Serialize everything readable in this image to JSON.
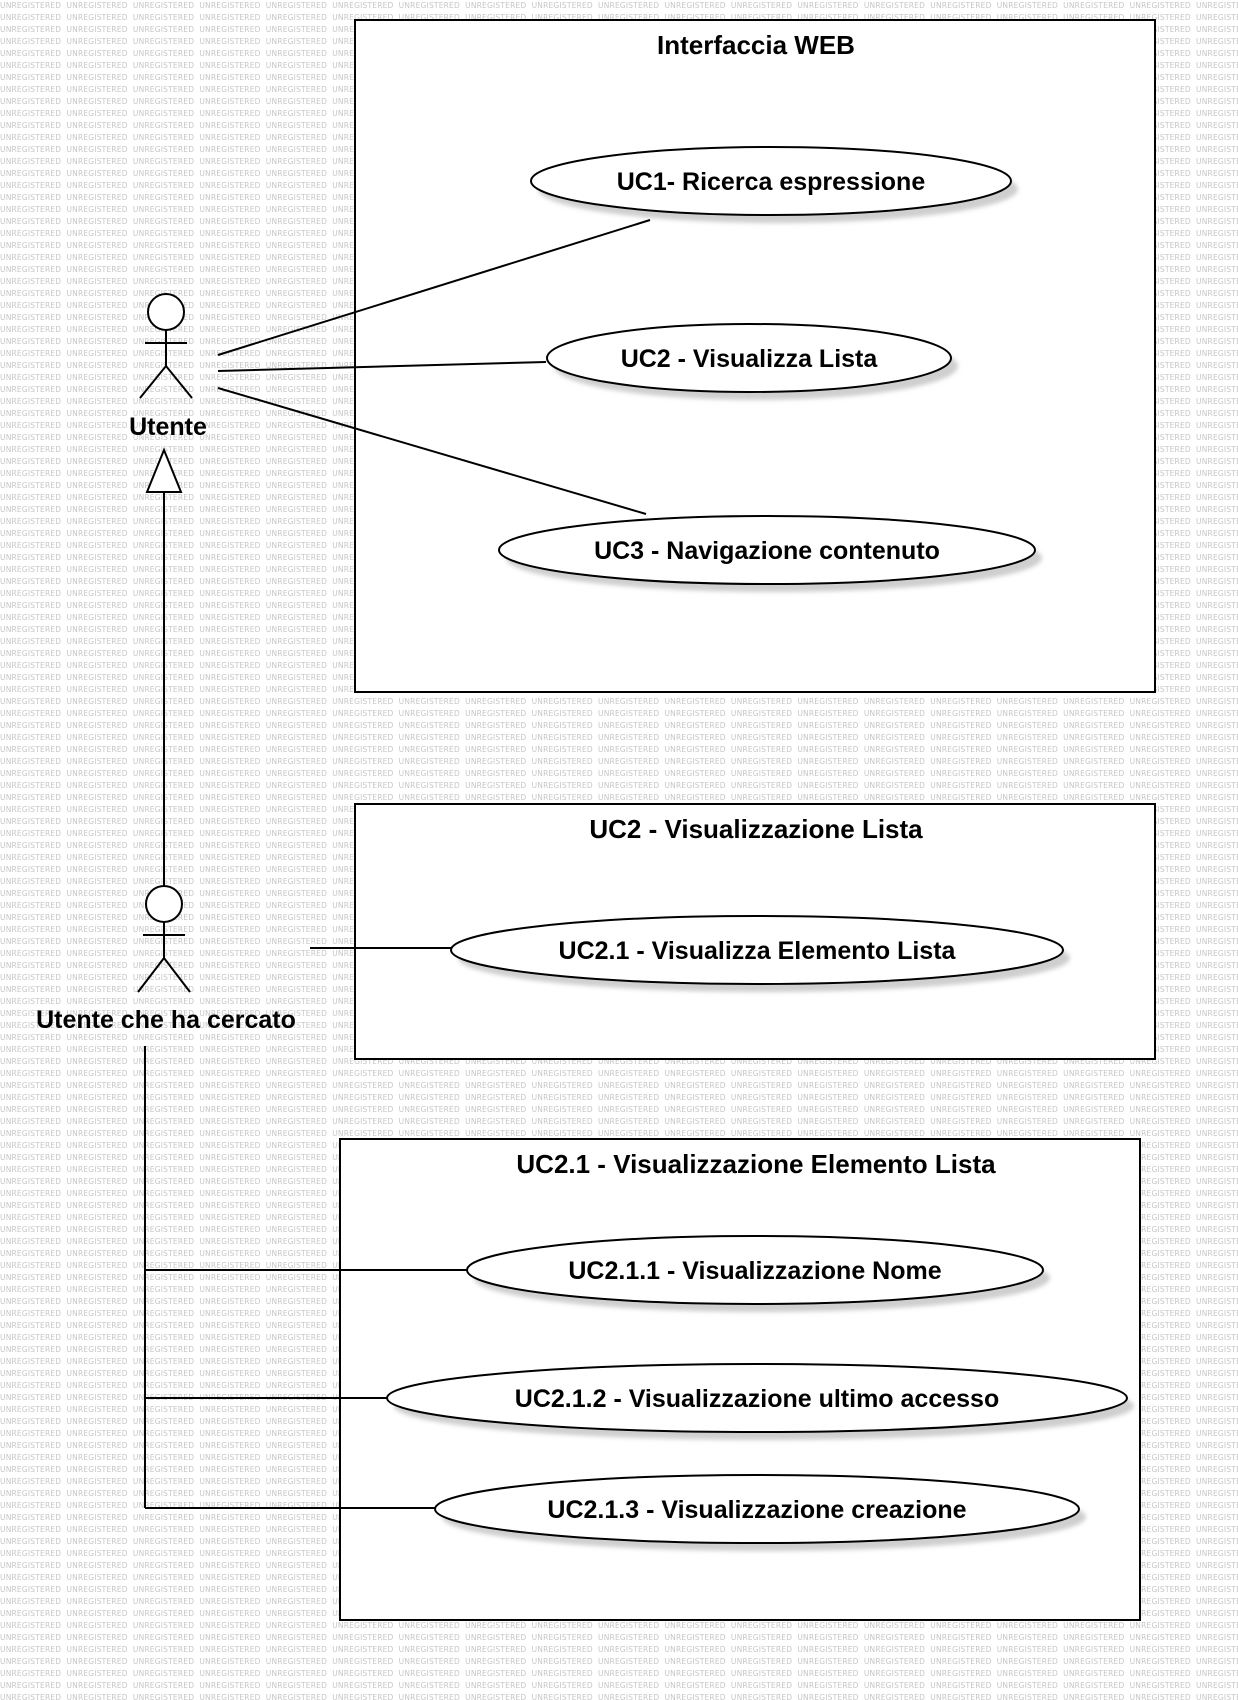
{
  "watermark_text": "UNREGISTERED",
  "systems": {
    "web": {
      "title": "Interfaccia WEB"
    },
    "uc2": {
      "title": "UC2 - Visualizzazione Lista"
    },
    "uc21": {
      "title": "UC2.1 - Visualizzazione Elemento Lista"
    }
  },
  "use_cases": {
    "uc1": "UC1- Ricerca espressione",
    "uc2": "UC2 - Visualizza Lista",
    "uc3": "UC3 - Navigazione contenuto",
    "uc2_1": "UC2.1 - Visualizza Elemento Lista",
    "uc2_1_1": "UC2.1.1 - Visualizzazione Nome",
    "uc2_1_2": "UC2.1.2 - Visualizzazione ultimo accesso",
    "uc2_1_3": "UC2.1.3 - Visualizzazione creazione"
  },
  "actors": {
    "utente": "Utente",
    "utente_cercato": "Utente che ha cercato"
  },
  "colors": {
    "stroke": "#000000",
    "shadow": "#cfcfcf",
    "watermark": "#c6c6c6"
  }
}
